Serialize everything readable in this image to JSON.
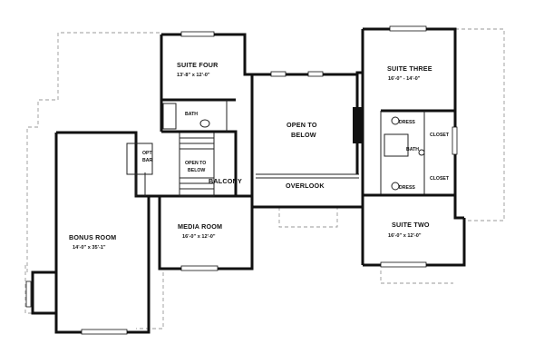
{
  "rooms": {
    "suite_four": {
      "name": "SUITE FOUR",
      "dims": "13'-8\" x 12'-0\""
    },
    "suite_three": {
      "name": "SUITE THREE",
      "dims": "16'-0\" - 14'-0\""
    },
    "suite_two": {
      "name": "SUITE TWO",
      "dims": "16'-0\" x 12'-0\""
    },
    "media_room": {
      "name": "MEDIA ROOM",
      "dims": "16'-0\" x 12'-0\""
    },
    "bonus_room": {
      "name": "BONUS ROOM",
      "dims": "14'-0\" x 35'-1\""
    },
    "open_to_below": {
      "line1": "OPEN TO",
      "line2": "BELOW"
    },
    "stair_open": {
      "line1": "OPEN TO",
      "line2": "BELOW"
    },
    "overlook": "OVERLOOK",
    "balcony": "BALCONY",
    "bath_four": "BATH",
    "bath_center": "BATH",
    "opt_bar": {
      "line1": "OPT",
      "line2": "BAR"
    },
    "dress_top": "DRESS",
    "dress_bottom": "DRESS",
    "closet_top": "CLOSET",
    "closet_bottom": "CLOSET"
  }
}
